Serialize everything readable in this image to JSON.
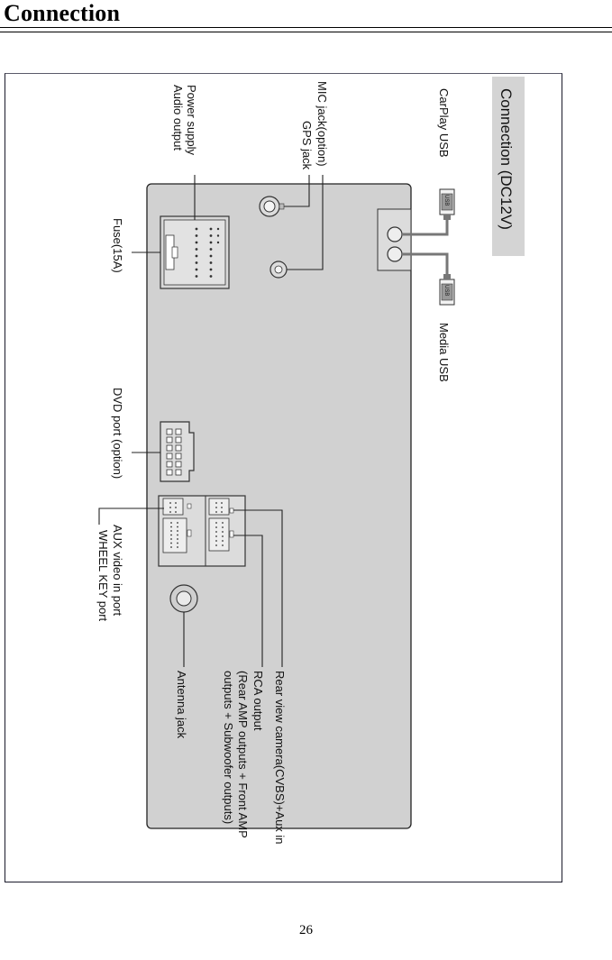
{
  "header": {
    "title": "Connection"
  },
  "diagram": {
    "title": "Connection (DC12V)",
    "labels": {
      "carplay_usb": "CarPlay USB",
      "media_usb": "Media USB",
      "mic_jack": "MIC jack(option)",
      "gps_jack": "GPS jack",
      "power_supply": "Power supply",
      "audio_output": "Audio output",
      "fuse": "Fuse(15A)",
      "dvd_port": "DVD port (option)",
      "aux_video": "AUX video in port",
      "wheel_key": "WHEEL KEY port",
      "antenna": "Antenna jack",
      "rear_view": "Rear view camera(CVBS)+Aux in",
      "rca_output": "RCA output",
      "rca_desc1": "(Rear  AMP outputs + Front  AMP",
      "rca_desc2": "outputs + Subwoofer outputs)"
    },
    "usb_marker": "USB"
  },
  "footer": {
    "page_number": "26"
  }
}
